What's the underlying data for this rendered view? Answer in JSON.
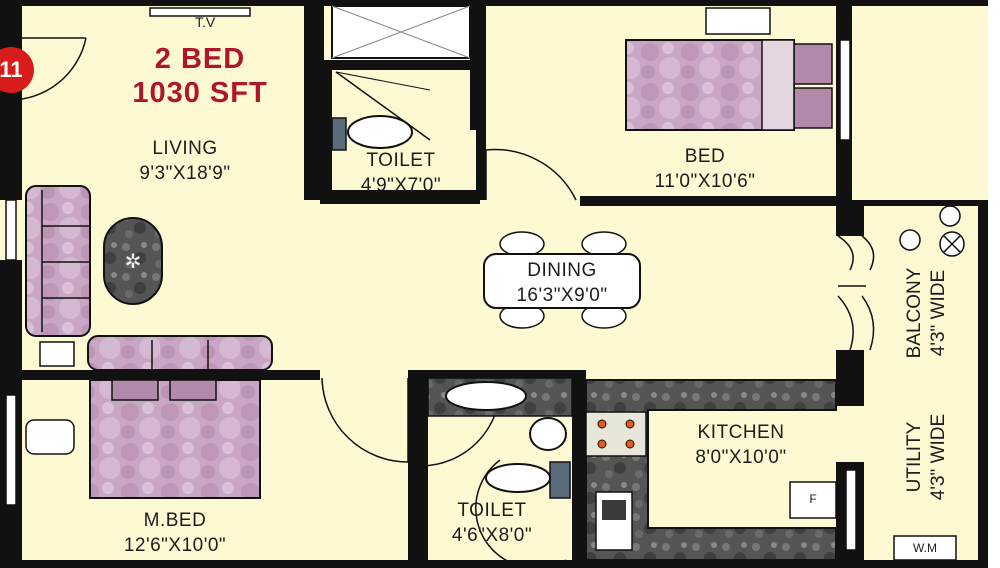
{
  "plan": {
    "badge": "11",
    "title_line1": "2 BED",
    "title_line2": "1030 SFT",
    "tv_label": "T.V",
    "fridge_label": "F",
    "wm_label": "W.M",
    "colors": {
      "wall": "#111111",
      "floor": "#fdf9d3",
      "title": "#b0152b",
      "badge": "#d81b1b",
      "furniture": "#c9a9c3",
      "counter": "#4a4a4a"
    }
  },
  "rooms": {
    "living": {
      "name": "LIVING",
      "size": "9'3\"X18'9\""
    },
    "toilet_top": {
      "name": "TOILET",
      "size": "4'9\"X7'0\""
    },
    "bed": {
      "name": "BED",
      "size": "11'0\"X10'6\""
    },
    "dining": {
      "name": "DINING",
      "size": "16'3\"X9'0\""
    },
    "balcony": {
      "name": "BALCONY",
      "size": "4'3\" WIDE"
    },
    "kitchen": {
      "name": "KITCHEN",
      "size": "8'0\"X10'0\""
    },
    "utility": {
      "name": "UTILITY",
      "size": "4'3\" WIDE"
    },
    "master_bed": {
      "name": "M.BED",
      "size": "12'6\"X10'0\""
    },
    "toilet_bottom": {
      "name": "TOILET",
      "size": "4'6\"X8'0\""
    }
  }
}
